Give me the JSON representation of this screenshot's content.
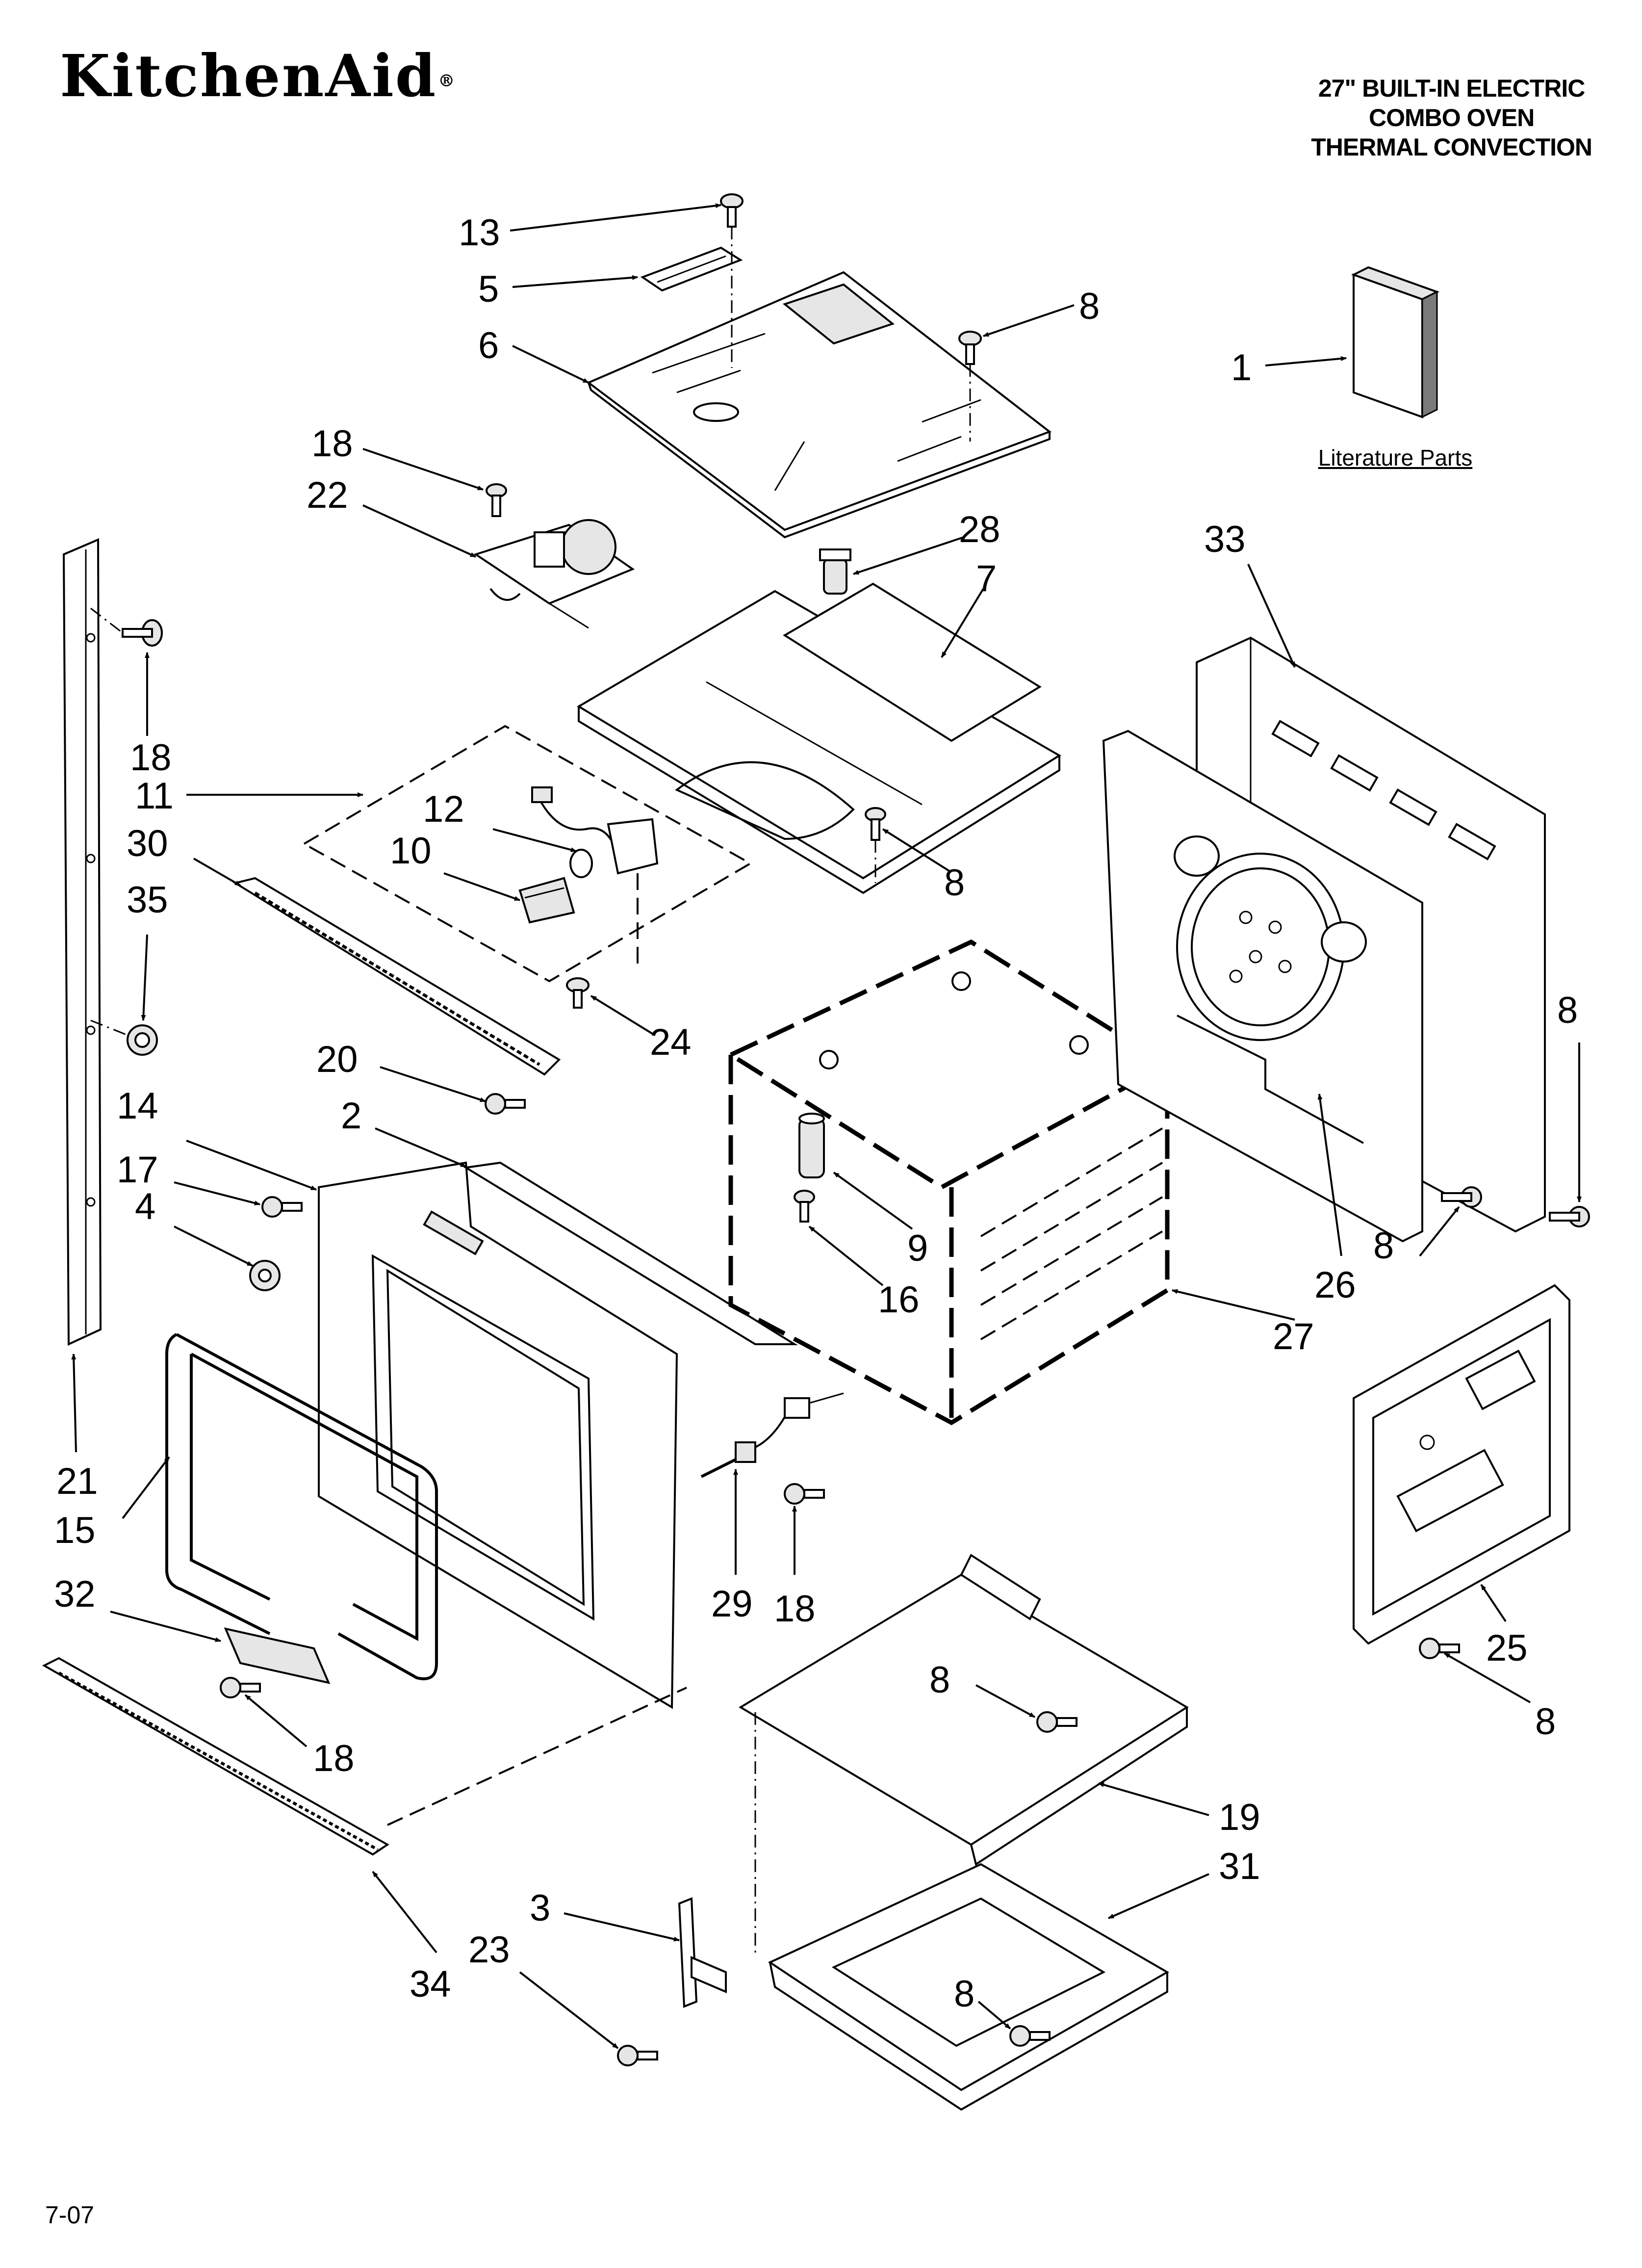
{
  "header": {
    "brand": "KitchenAid",
    "brand_mark": "®",
    "title_lines": [
      "27\" BUILT-IN ELECTRIC",
      "COMBO OVEN",
      "THERMAL CONVECTION"
    ]
  },
  "literature_label": "Literature Parts",
  "footer": {
    "date_code": "7-07"
  },
  "callouts": [
    {
      "id": "c13",
      "label": "13"
    },
    {
      "id": "c5",
      "label": "5"
    },
    {
      "id": "c6",
      "label": "6"
    },
    {
      "id": "c8a",
      "label": "8"
    },
    {
      "id": "c1",
      "label": "1"
    },
    {
      "id": "c18a",
      "label": "18"
    },
    {
      "id": "c22",
      "label": "22"
    },
    {
      "id": "c28",
      "label": "28"
    },
    {
      "id": "c7",
      "label": "7"
    },
    {
      "id": "c33",
      "label": "33"
    },
    {
      "id": "c18b",
      "label": "18"
    },
    {
      "id": "c11",
      "label": "11"
    },
    {
      "id": "c12",
      "label": "12"
    },
    {
      "id": "c10",
      "label": "10"
    },
    {
      "id": "c30",
      "label": "30"
    },
    {
      "id": "c35",
      "label": "35"
    },
    {
      "id": "c8b",
      "label": "8"
    },
    {
      "id": "c24",
      "label": "24"
    },
    {
      "id": "c8c",
      "label": "8"
    },
    {
      "id": "c20",
      "label": "20"
    },
    {
      "id": "c14",
      "label": "14"
    },
    {
      "id": "c2",
      "label": "2"
    },
    {
      "id": "c17",
      "label": "17"
    },
    {
      "id": "c4",
      "label": "4"
    },
    {
      "id": "c9",
      "label": "9"
    },
    {
      "id": "c16",
      "label": "16"
    },
    {
      "id": "c27",
      "label": "27"
    },
    {
      "id": "c26",
      "label": "26"
    },
    {
      "id": "c8d",
      "label": "8"
    },
    {
      "id": "c21",
      "label": "21"
    },
    {
      "id": "c15",
      "label": "15"
    },
    {
      "id": "c29",
      "label": "29"
    },
    {
      "id": "c18c",
      "label": "18"
    },
    {
      "id": "c32",
      "label": "32"
    },
    {
      "id": "c18d",
      "label": "18"
    },
    {
      "id": "c8e",
      "label": "8"
    },
    {
      "id": "c25",
      "label": "25"
    },
    {
      "id": "c8f",
      "label": "8"
    },
    {
      "id": "c19",
      "label": "19"
    },
    {
      "id": "c31",
      "label": "31"
    },
    {
      "id": "c3",
      "label": "3"
    },
    {
      "id": "c23",
      "label": "23"
    },
    {
      "id": "c34",
      "label": "34"
    },
    {
      "id": "c8g",
      "label": "8"
    }
  ]
}
